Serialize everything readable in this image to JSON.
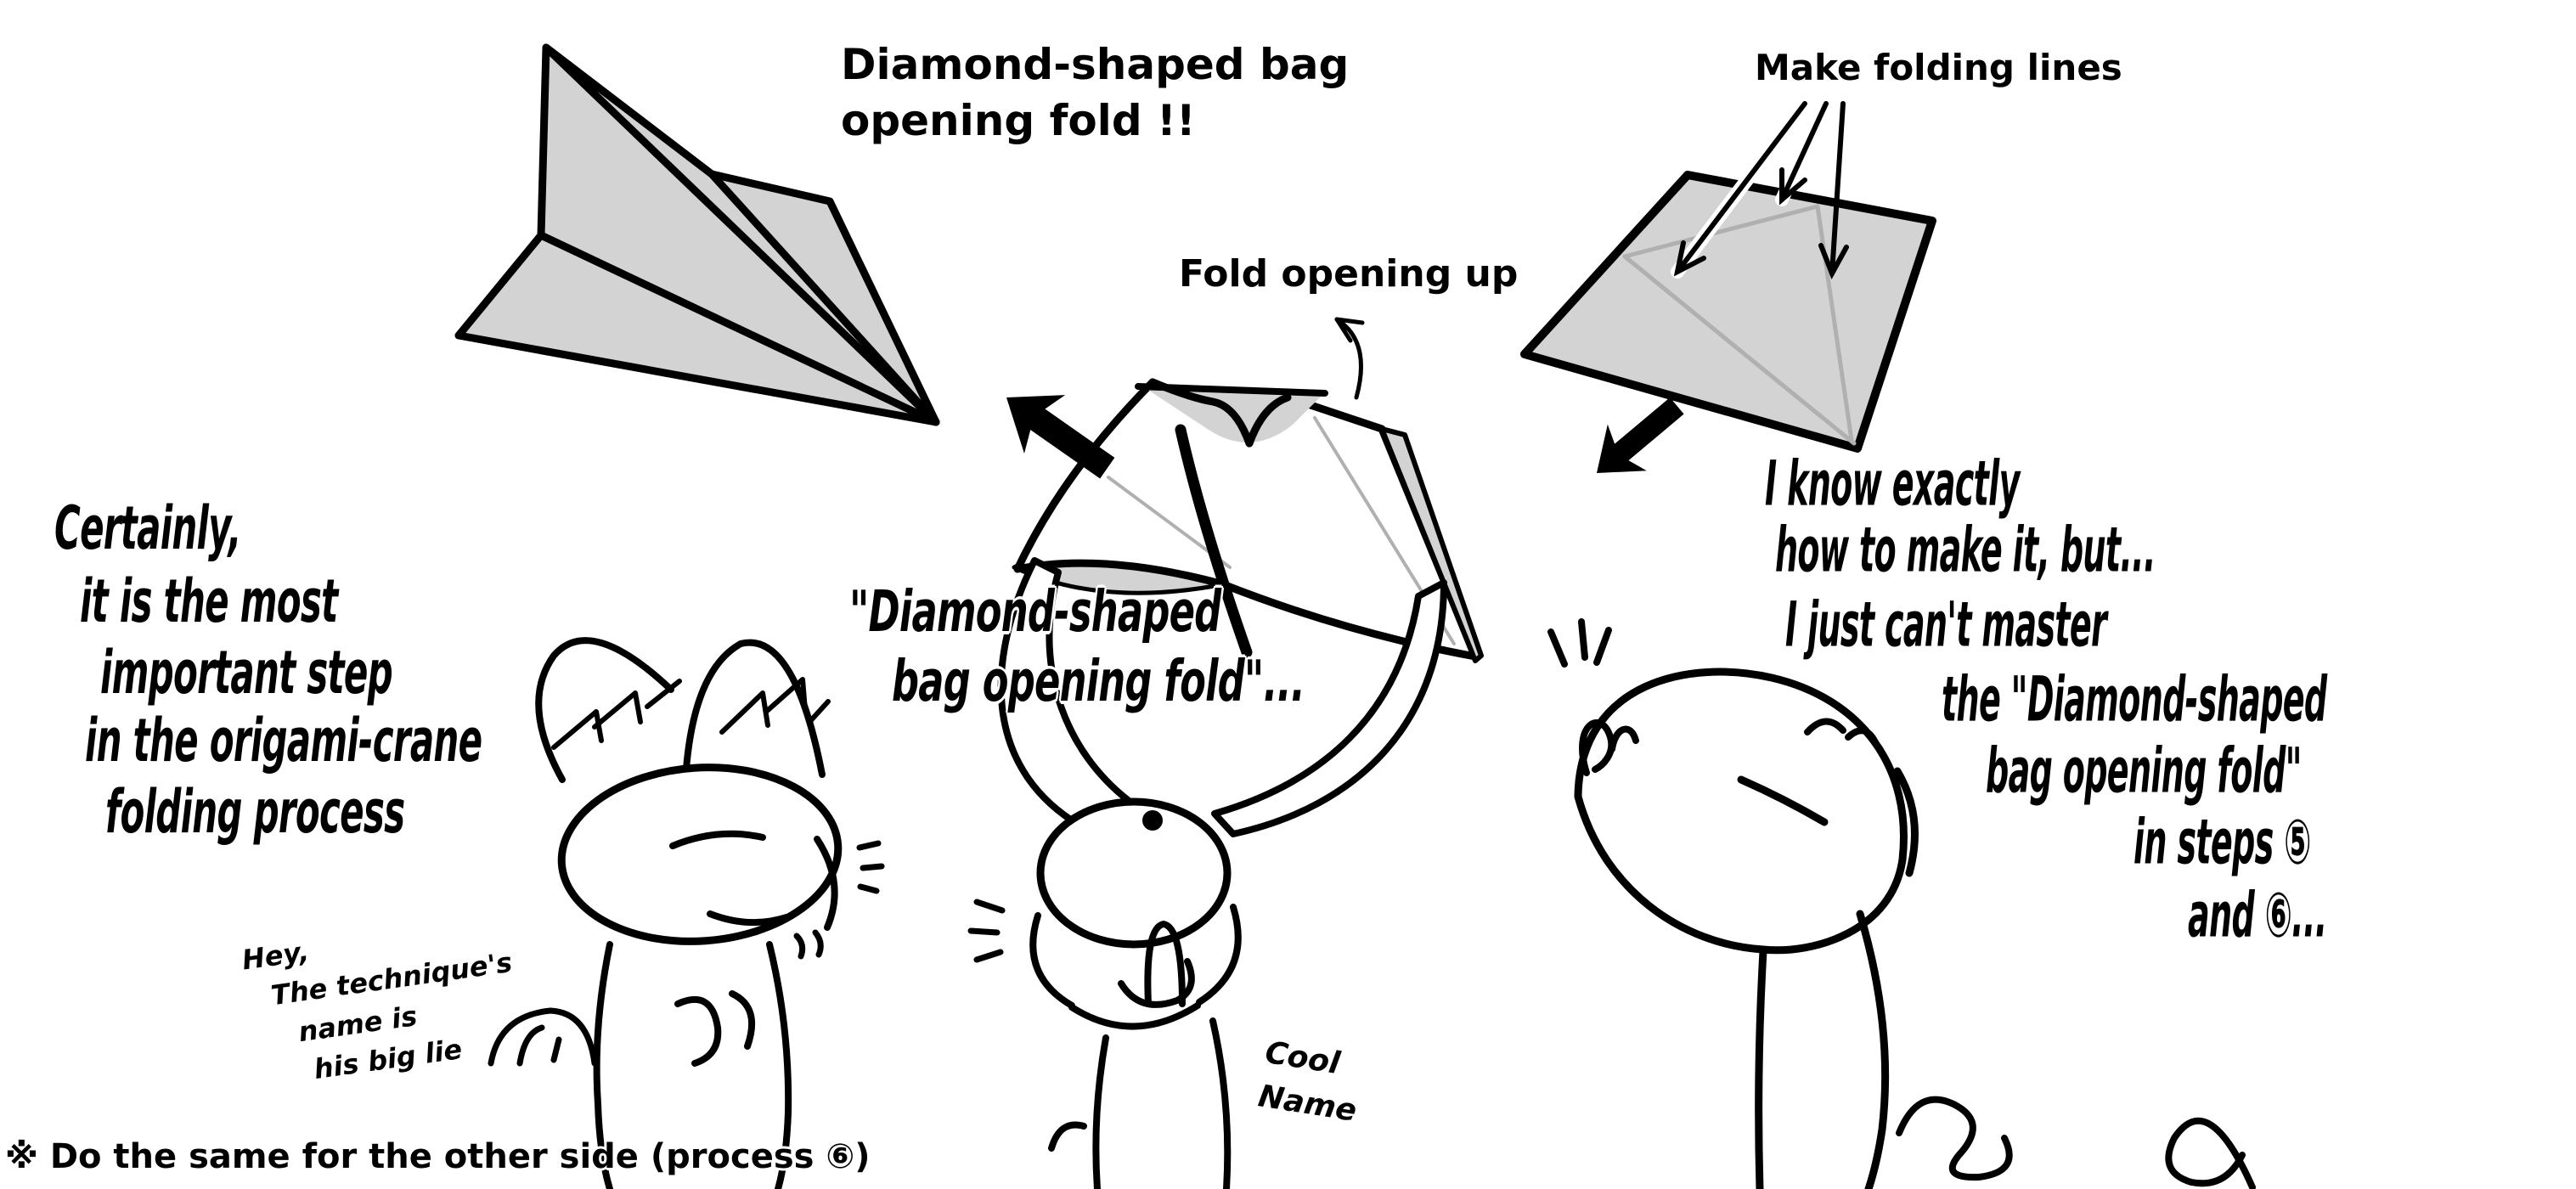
{
  "canvas": {
    "background": "#ffffff"
  },
  "colors": {
    "paper_gray": "#d3d3d3",
    "crease_gray": "#b0b0b0",
    "ink": "#000000"
  },
  "diagram_labels": {
    "result_title_line1": "Diamond-shaped bag",
    "result_title_line2": "opening fold !!",
    "make_folding_lines": "Make folding lines",
    "fold_opening_up": "Fold opening up"
  },
  "speech": {
    "cat": {
      "lines": [
        "Certainly,",
        "it is the most",
        "important step",
        "in the origami-crane",
        "folding process"
      ]
    },
    "cat_aside": {
      "lines": [
        "Hey,",
        "The technique's",
        "name is",
        "his big lie"
      ]
    },
    "rabbit": {
      "lines": [
        "\"Diamond-shaped",
        "bag opening fold\"..."
      ]
    },
    "rabbit_aside": {
      "lines": [
        "Cool",
        "Name"
      ]
    },
    "chick": {
      "lines": [
        "I know exactly",
        "how to make it, but...",
        "I just can't master",
        "the \"Diamond-shaped",
        "bag opening fold\"",
        "in steps ⑤",
        "and ⑥..."
      ]
    }
  },
  "footnote": "※ Do the same for the other side (process ⑥)",
  "figures": {
    "result_diagram": "origami after diamond-shaped bag opening fold",
    "flat_square_diagram": "origami square with fold lines marked",
    "opening_shape_diagram": "origami mid-fold, flap being opened upward",
    "characters": [
      "cat",
      "rabbit",
      "chick"
    ]
  }
}
